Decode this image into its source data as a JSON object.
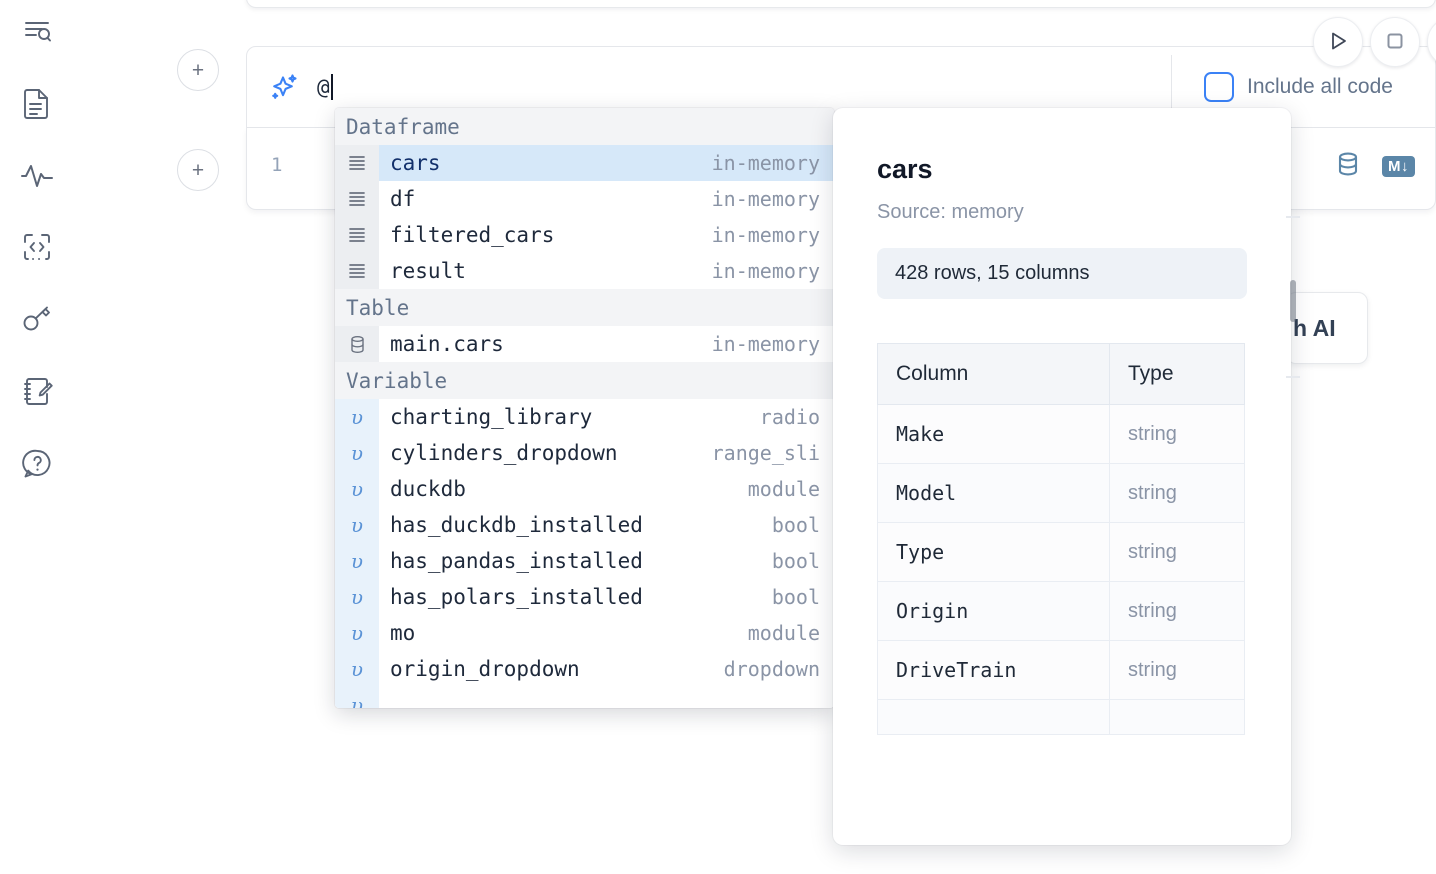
{
  "rail": {
    "items": [
      {
        "name": "explorer-search-icon",
        "label": "Explore"
      },
      {
        "name": "file-document-icon",
        "label": "Files"
      },
      {
        "name": "activity-pulse-icon",
        "label": "Activity"
      },
      {
        "name": "code-snippet-icon",
        "label": "Snippets"
      },
      {
        "name": "key-secrets-icon",
        "label": "Secrets"
      },
      {
        "name": "notebook-edit-icon",
        "label": "Scratchpad"
      },
      {
        "name": "help-chat-icon",
        "label": "Help"
      }
    ]
  },
  "toolbar": {
    "run_label": "Run",
    "stop_label": "Stop",
    "add_cell_label": "+"
  },
  "ai_prompt": {
    "icon": "sparkle-ai-icon",
    "value": "@",
    "include_all_code_label": "Include all code",
    "include_all_code_checked": false
  },
  "code_cell": {
    "line_number": "1",
    "database_icon": "database-icon",
    "markdown_icon_label": "M↓"
  },
  "ai_chip": {
    "label": "h AI"
  },
  "autocomplete": {
    "groups": [
      {
        "label": "Dataframe",
        "gutter": "gray",
        "icon": "dataframe-bars-icon",
        "items": [
          {
            "name": "cars",
            "type": "in-memory",
            "selected": true
          },
          {
            "name": "df",
            "type": "in-memory",
            "selected": false
          },
          {
            "name": "filtered_cars",
            "type": "in-memory",
            "selected": false
          },
          {
            "name": "result",
            "type": "in-memory",
            "selected": false
          }
        ]
      },
      {
        "label": "Table",
        "gutter": "gray",
        "icon": "database-icon",
        "items": [
          {
            "name": "main.cars",
            "type": "in-memory",
            "selected": false
          }
        ]
      },
      {
        "label": "Variable",
        "gutter": "blue",
        "icon": "variable-upsilon-icon",
        "items": [
          {
            "name": "charting_library",
            "type": "radio",
            "selected": false
          },
          {
            "name": "cylinders_dropdown",
            "type": "range_sli",
            "selected": false
          },
          {
            "name": "duckdb",
            "type": "module",
            "selected": false
          },
          {
            "name": "has_duckdb_installed",
            "type": "bool",
            "selected": false
          },
          {
            "name": "has_pandas_installed",
            "type": "bool",
            "selected": false
          },
          {
            "name": "has_polars_installed",
            "type": "bool",
            "selected": false
          },
          {
            "name": "mo",
            "type": "module",
            "selected": false
          },
          {
            "name": "origin_dropdown",
            "type": "dropdown",
            "selected": false
          }
        ]
      }
    ]
  },
  "detail_panel": {
    "title": "cars",
    "source": "Source: memory",
    "stats": "428 rows, 15 columns",
    "table": {
      "headers": [
        "Column",
        "Type"
      ],
      "rows": [
        [
          "Make",
          "string"
        ],
        [
          "Model",
          "string"
        ],
        [
          "Type",
          "string"
        ],
        [
          "Origin",
          "string"
        ],
        [
          "DriveTrain",
          "string"
        ]
      ]
    }
  },
  "colors": {
    "accent_blue": "#3b82f6",
    "selected_row": "#d6e8f9",
    "variable_gutter": "#e8f2fb",
    "group_header_bg": "#f3f4f6",
    "icon_steel": "#5b86a8",
    "rail_icon": "#5b6576"
  }
}
